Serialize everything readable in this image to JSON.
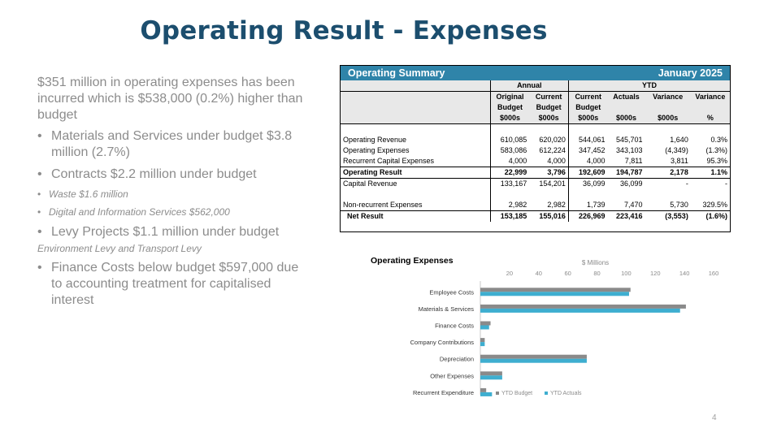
{
  "slide": {
    "title": "Operating Result - Expenses",
    "page_number": "4"
  },
  "bullets": {
    "lead": "$351 million in operating expenses has been incurred which is $538,000 (0.2%) higher than budget",
    "materials": "Materials and Services under budget $3.8 million (2.7%)",
    "contracts": "Contracts $2.2 million under budget",
    "waste": "Waste $1.6 million",
    "digital": "Digital and Information Services $562,000",
    "levy": "Levy Projects $1.1 million under budget",
    "levy_detail": "Environment Levy and Transport Levy",
    "finance": "Finance Costs below budget $597,000 due to accounting treatment for capitalised interest"
  },
  "summary": {
    "title": "Operating Summary",
    "period": "January 2025",
    "group_annual": "Annual",
    "group_ytd": "YTD",
    "col_headers": [
      [
        "Original",
        "Budget",
        "$000s"
      ],
      [
        "Current",
        "Budget",
        "$000s"
      ],
      [
        "Current",
        "Budget",
        "$000s"
      ],
      [
        "Actuals",
        "",
        "$000s"
      ],
      [
        "Variance",
        "",
        "$000s"
      ],
      [
        "Variance",
        "",
        "%"
      ]
    ],
    "rows": [
      {
        "label": "Operating Revenue",
        "values": [
          "610,085",
          "620,020",
          "544,061",
          "545,701",
          "1,640",
          "0.3%"
        ]
      },
      {
        "label": "Operating Expenses",
        "values": [
          "583,086",
          "612,224",
          "347,452",
          "343,103",
          "(4,349)",
          "(1.3%)"
        ]
      },
      {
        "label": "Recurrent Capital Expenses",
        "values": [
          "4,000",
          "4,000",
          "4,000",
          "7,811",
          "3,811",
          "95.3%"
        ]
      },
      {
        "label": "Operating Result",
        "values": [
          "22,999",
          "3,796",
          "192,609",
          "194,787",
          "2,178",
          "1.1%"
        ]
      },
      {
        "label": "Capital Revenue",
        "values": [
          "133,167",
          "154,201",
          "36,099",
          "36,099",
          "-",
          "-"
        ]
      },
      {
        "label": "Non-recurrent Expenses",
        "values": [
          "2,982",
          "2,982",
          "1,739",
          "7,470",
          "5,730",
          "329.5%"
        ]
      },
      {
        "label": "Net Result",
        "values": [
          "153,185",
          "155,016",
          "226,969",
          "223,416",
          "(3,553)",
          "(1.6%)"
        ]
      }
    ]
  },
  "chart_data": {
    "type": "bar",
    "orientation": "horizontal",
    "title": "Operating Expenses",
    "xlabel": "$ Millions",
    "xlim": [
      0,
      160
    ],
    "xticks": [
      20,
      40,
      60,
      80,
      100,
      120,
      140,
      160
    ],
    "categories": [
      "Employee Costs",
      "Materials & Services",
      "Finance Costs",
      "Company Contributions",
      "Depreciation",
      "Other Expenses",
      "Recurrent Expenditure"
    ],
    "series": [
      {
        "name": "YTD Budget",
        "color": "#8a8a8a",
        "values": [
          103,
          141,
          7,
          3,
          73,
          15,
          4
        ]
      },
      {
        "name": "YTD Actuals",
        "color": "#3eaed0",
        "values": [
          102,
          137,
          6,
          3,
          73,
          15,
          8
        ]
      }
    ],
    "legend": "bottom"
  }
}
